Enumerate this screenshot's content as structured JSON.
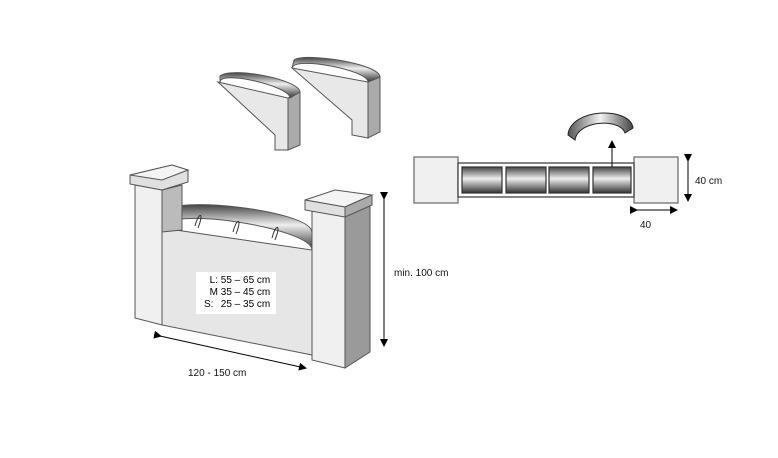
{
  "labels": {
    "height": "min. 100 cm",
    "width": "120 - 150 cm",
    "pillar_side": "40 cm",
    "pillar_width": "40"
  },
  "sizes": [
    {
      "key": "L:",
      "range": "55 – 65 cm"
    },
    {
      "key": "M",
      "range": "35 – 45 cm"
    },
    {
      "key": "S:",
      "range": "25 – 35 cm"
    }
  ]
}
